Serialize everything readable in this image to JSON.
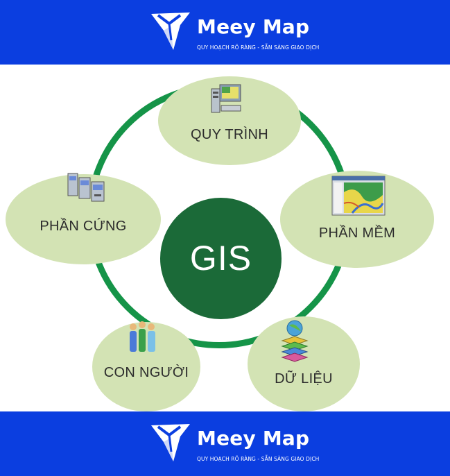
{
  "brand": {
    "name": "Meey Map",
    "tagline": "QUY HOẠCH RÕ RÀNG - SẴN SÀNG GIAO DỊCH"
  },
  "diagram": {
    "center": "GIS",
    "nodes": {
      "quy_trinh": "QUY TRÌNH",
      "phan_mem": "PHẦN MỀM",
      "du_lieu": "DỮ LIỆU",
      "con_nguoi": "CON NGƯỜI",
      "phan_cung": "PHẦN CỨNG"
    }
  },
  "colors": {
    "banner": "#0b3ee0",
    "ring": "#159448",
    "center": "#1b6a38",
    "node": "#d3e3b4"
  }
}
